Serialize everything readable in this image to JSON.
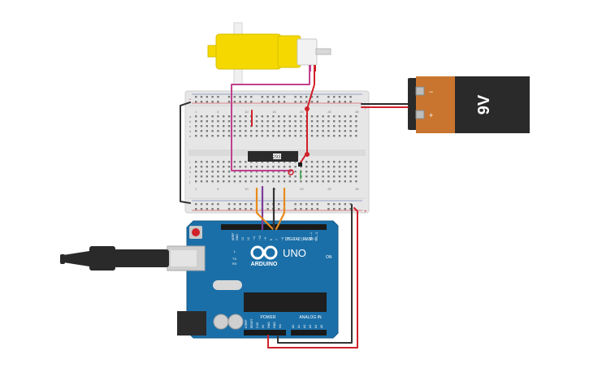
{
  "battery": {
    "label": "9V",
    "minus": "−",
    "plus": "+"
  },
  "chip": {
    "label": "L293D"
  },
  "arduino": {
    "brand": "ARDUINO",
    "model": "UNO",
    "digital_label": "DIGITAL (PWM~)",
    "power_label": "POWER",
    "analog_label": "ANALOG IN",
    "aref_label": "AREF",
    "gnd_label": "GND",
    "on_label": "ON",
    "tx_label": "TX",
    "rx_label": "RX",
    "l_label": "L",
    "power_pins": [
      "IOREF",
      "RESET",
      "3.3V",
      "5V",
      "GND",
      "GND",
      "Vin"
    ],
    "analog_pins": [
      "A0",
      "A1",
      "A2",
      "A3",
      "A4",
      "A5"
    ],
    "digital_pins": [
      "13",
      "12",
      "~11",
      "~10",
      "~9",
      "8",
      "7",
      "~6",
      "~5",
      "4",
      "~3",
      "2",
      "TX→1",
      "RX←0"
    ]
  },
  "breadboard": {
    "row_letters_top": [
      "a",
      "b",
      "c",
      "d",
      "e"
    ],
    "row_letters_bottom": [
      "f",
      "g",
      "h",
      "i",
      "j"
    ],
    "column_numbers": [
      "1",
      "5",
      "10",
      "15",
      "20",
      "25",
      "30"
    ],
    "rail_plus": "+",
    "rail_minus": "−"
  },
  "colors": {
    "board_blue": "#1b6fa8",
    "breadboard": "#e9e9e9",
    "wire_red": "#d0212a",
    "wire_black": "#333333",
    "wire_magenta": "#c2408e",
    "wire_orange": "#e88a1c",
    "wire_purple": "#7d3c98",
    "wire_green": "#37a649",
    "motor_yellow": "#f4d800",
    "battery_orange": "#c9752f",
    "battery_black": "#2a2a2a"
  }
}
